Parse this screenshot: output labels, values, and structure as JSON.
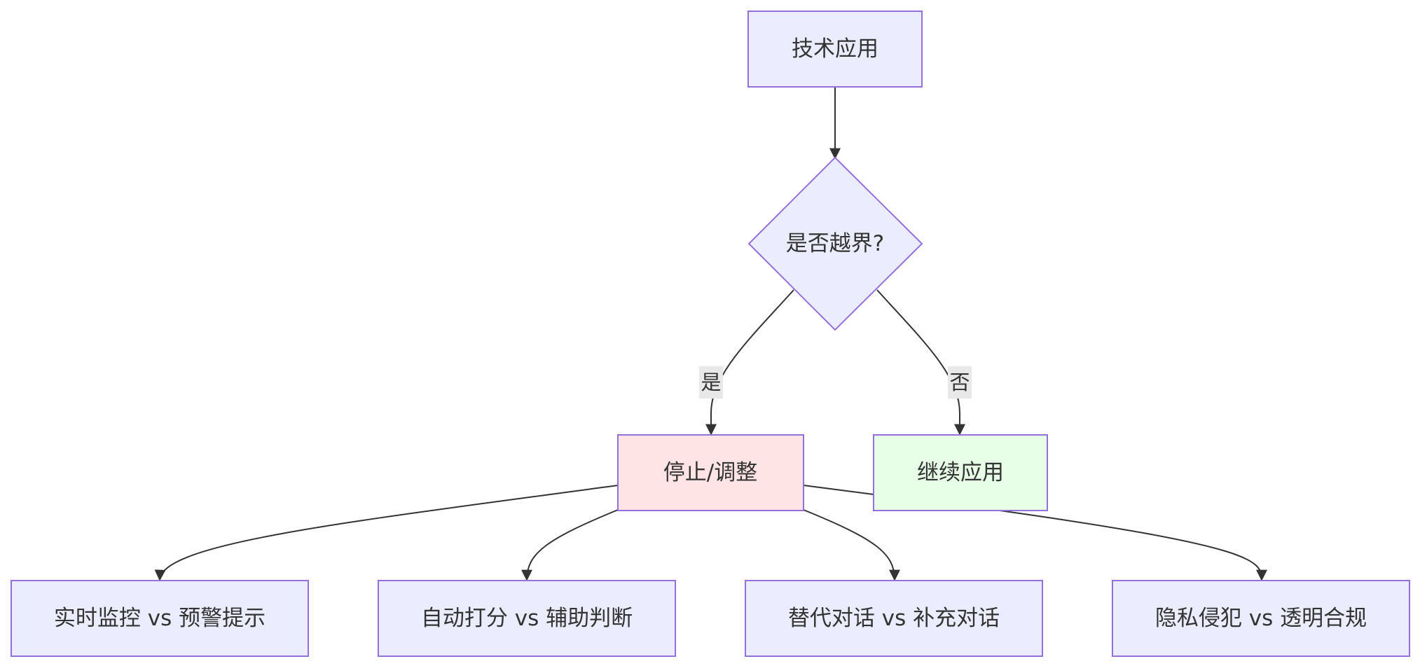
{
  "nodes": {
    "tech_application": "技术应用",
    "over_boundary": "是否越界?",
    "stop_adjust": "停止/调整",
    "continue_application": "继续应用",
    "leaf_1": "实时监控 vs 预警提示",
    "leaf_2": "自动打分 vs 辅助判断",
    "leaf_3": "替代对话 vs 补充对话",
    "leaf_4": "隐私侵犯 vs 透明合规"
  },
  "edges": {
    "yes_label": "是",
    "no_label": "否"
  },
  "colors": {
    "node_fill": "#ececff",
    "node_stroke": "#9370db",
    "stop_fill": "#ffe4e6",
    "continue_fill": "#e6ffe6",
    "edge_stroke": "#333333",
    "edge_label_bg": "#e8e8e8"
  }
}
